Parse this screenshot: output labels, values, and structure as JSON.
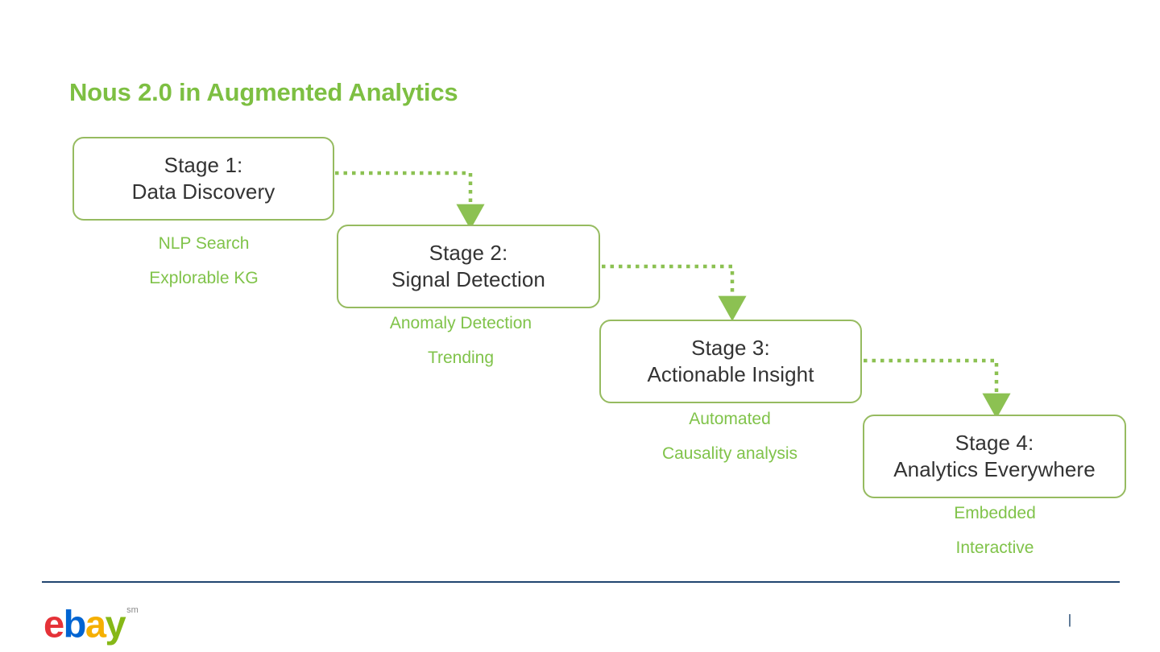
{
  "slide": {
    "title": "Nous 2.0 in Augmented Analytics",
    "title_color": "#7DBF42",
    "background": "#ffffff"
  },
  "diagram": {
    "type": "staircase-flow",
    "box_border_color": "#96bb60",
    "box_text_color": "#333333",
    "sublabel_color": "#80c34a",
    "connector_color": "#8cc152",
    "connector_style": "dotted-elbow-arrow",
    "stages": [
      {
        "line1": "Stage 1:",
        "line2": "Data Discovery",
        "sublabels": [
          "NLP Search",
          "Explorable  KG"
        ]
      },
      {
        "line1": "Stage 2:",
        "line2": "Signal Detection",
        "sublabels": [
          "Anomaly Detection",
          "Trending"
        ]
      },
      {
        "line1": "Stage 3:",
        "line2": "Actionable Insight",
        "sublabels": [
          "Automated",
          "Causality analysis"
        ]
      },
      {
        "line1": "Stage 4:",
        "line2": "Analytics Everywhere",
        "sublabels": [
          "Embedded",
          "Interactive"
        ]
      }
    ]
  },
  "footer": {
    "rule_color": "#21456f",
    "logo": {
      "name": "ebay-logo",
      "letters": [
        "e",
        "b",
        "a",
        "y"
      ],
      "trademark": "sm",
      "colors": {
        "e": "#e53238",
        "b": "#0064d2",
        "a": "#f5af02",
        "y": "#86b817"
      }
    },
    "page_number": "|"
  }
}
